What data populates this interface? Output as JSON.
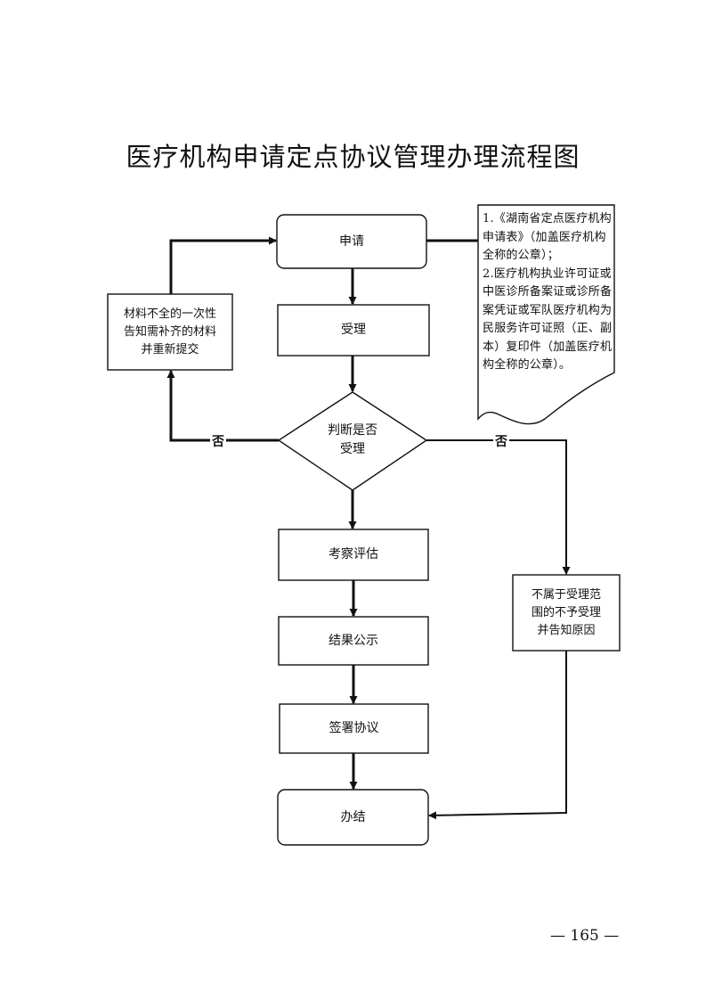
{
  "title": "医疗机构申请定点协议管理办理流程图",
  "nodes": {
    "apply": "申请",
    "accept": "受理",
    "decision_line1": "判断是否",
    "decision_line2": "受理",
    "evaluate": "考察评估",
    "publicize": "结果公示",
    "sign": "签署协议",
    "complete": "办结",
    "incomplete_line1": "材料不全的一次性",
    "incomplete_line2": "告知需补齐的材料",
    "incomplete_line3": "并重新提交",
    "out_of_scope_line1": "不属于受理范",
    "out_of_scope_line2": "围的不予受理",
    "out_of_scope_line3": "并告知原因"
  },
  "edge_labels": {
    "left_no": "否",
    "right_no": "否"
  },
  "note": {
    "item1": "1.《湖南省定点医疗机构申请表》（加盖医疗机构全称的公章）；",
    "item2": "2.医疗机构执业许可证或中医诊所备案证或诊所备案凭证或军队医疗机构为民服务许可证照（正、副本）复印件（加盖医疗机构全称的公章）。"
  },
  "page_number": "— 165 —"
}
